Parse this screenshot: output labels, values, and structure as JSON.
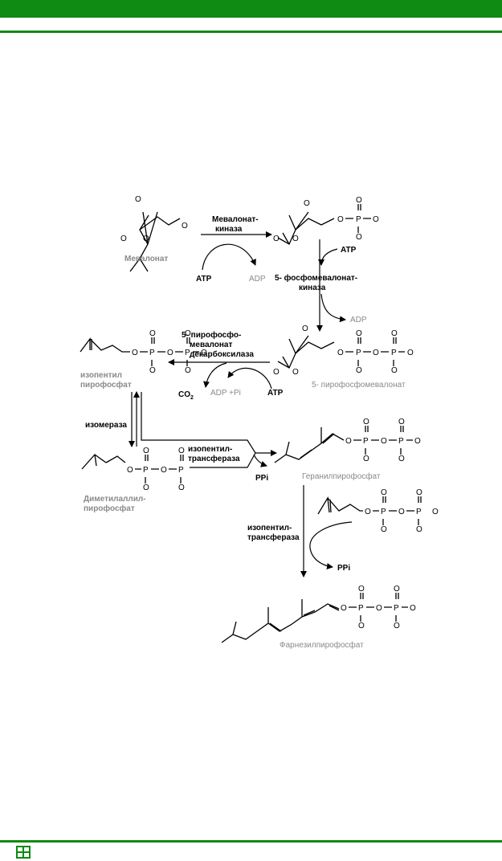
{
  "labels": {
    "mevalonate": "Мевалонат",
    "mevalonate_kinase": "Мевалонат-киназа",
    "atp_1": "ATP",
    "adp_1": "ADP",
    "atp_2": "ATP",
    "phosphomevalonate_kinase": "5- фосфомевалонат-киназа",
    "adp_2": "ADP",
    "pyrophosphomevalonate_decarboxylase": "5- пирофосфо-мевалонат декарбоксилаза",
    "pyrophosphomevalonate": "5- пирофосфомевалонат",
    "isopentenyl_pp": "изопентил пирофосфат",
    "co2": "CO",
    "co2_sub": "2",
    "adp_pi": "ADP +Pi",
    "atp_3": "ATP",
    "isomerase": "изомераза",
    "isopentenyl_transferase_1": "изопентил-трансфераза",
    "ppi_1": "PPi",
    "geranyl_pp": "Геранилпирофосфат",
    "dimethylallyl_pp": "Диметилаллил-пирофосфат",
    "isopentenyl_transferase_2": "изопентил-трансфераза",
    "ppi_2": "PPi",
    "farnesyl_pp": "Фарнезилпирофосфат"
  },
  "atoms": {
    "O": "O",
    "P": "P"
  },
  "colors": {
    "brand_green": "#0f8a12",
    "ink": "#000000",
    "product_gray": "#8a8a8a"
  }
}
